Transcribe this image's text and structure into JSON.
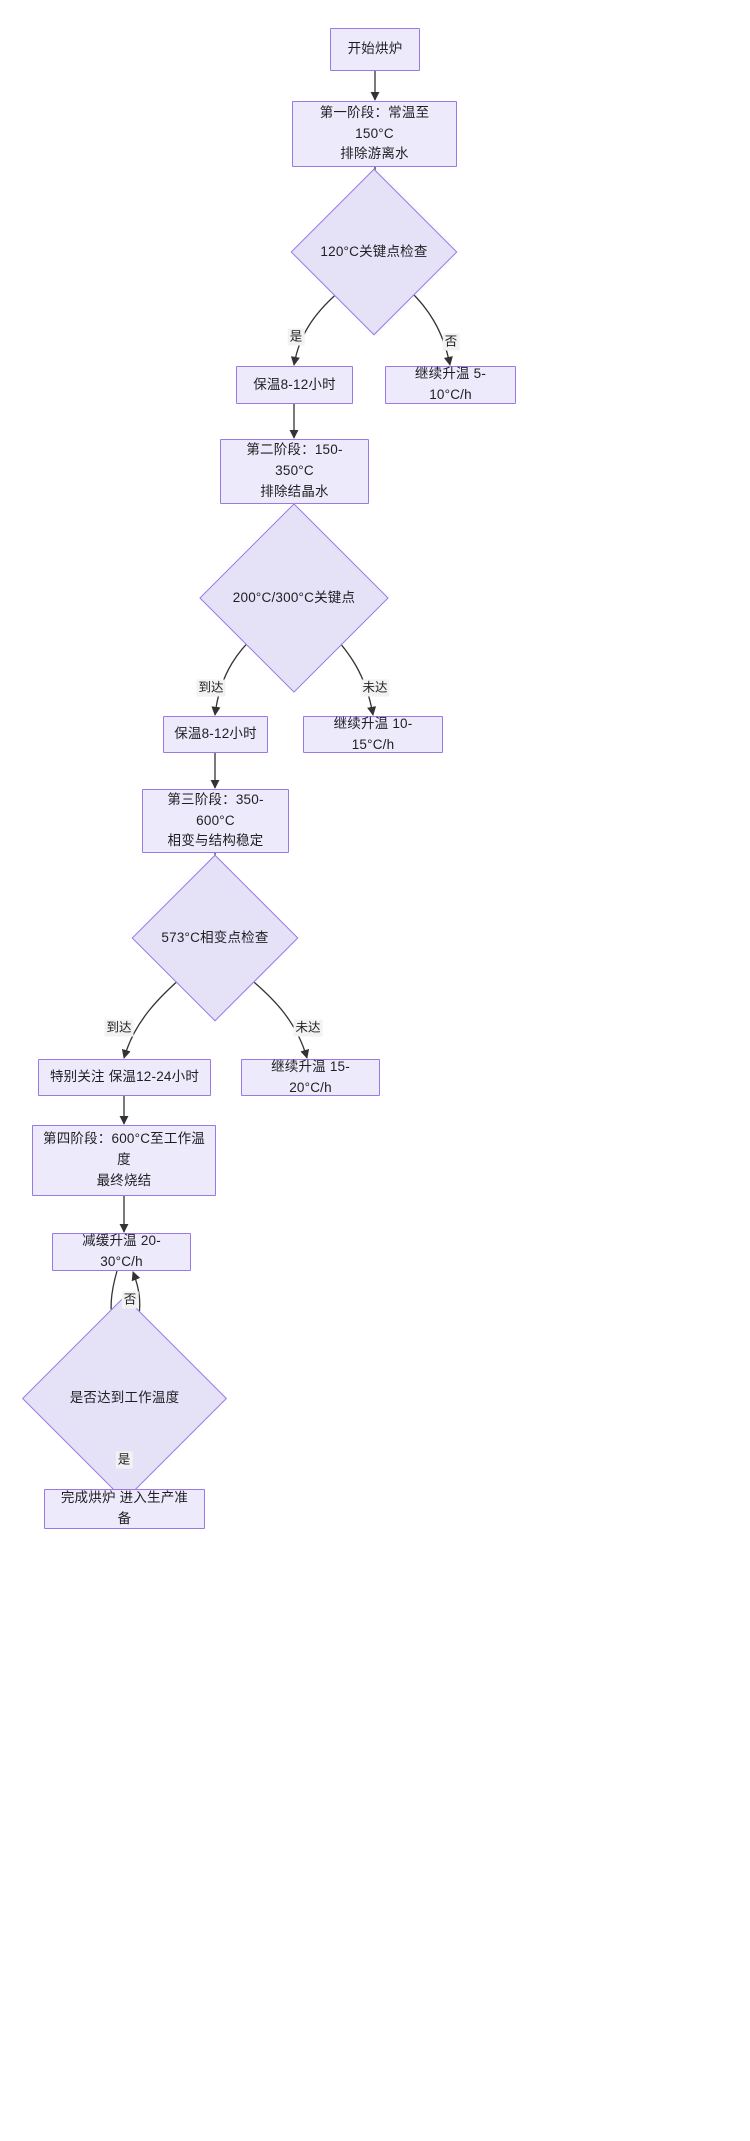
{
  "diagram": {
    "type": "flowchart",
    "direction": "top-down",
    "theme": {
      "node_fill": "#ECEAFB",
      "decision_fill": "#E5E2F8",
      "node_border": "#9A78E8",
      "edge_color": "#333333",
      "edge_label_background": "#F2F2F2",
      "text_color": "#1f1f22",
      "canvas_background": "#FFFFFF"
    },
    "nodes": [
      {
        "id": "start",
        "shape": "rect",
        "label": "开始烘炉"
      },
      {
        "id": "stage1",
        "shape": "rect",
        "label": "第一阶段：常温至150°C\n排除游离水"
      },
      {
        "id": "check120",
        "shape": "diamond",
        "label": "120°C关键点检查"
      },
      {
        "id": "hold1",
        "shape": "rect",
        "label": "保温8-12小时"
      },
      {
        "id": "ramp1",
        "shape": "rect",
        "label": "继续升温 5-10°C/h"
      },
      {
        "id": "stage2",
        "shape": "rect",
        "label": "第二阶段：150-350°C\n排除结晶水"
      },
      {
        "id": "check200",
        "shape": "diamond",
        "label": "200°C/300°C关键点"
      },
      {
        "id": "hold2",
        "shape": "rect",
        "label": "保温8-12小时"
      },
      {
        "id": "ramp2",
        "shape": "rect",
        "label": "继续升温 10-15°C/h"
      },
      {
        "id": "stage3",
        "shape": "rect",
        "label": "第三阶段：350-600°C\n相变与结构稳定"
      },
      {
        "id": "check573",
        "shape": "diamond",
        "label": "573°C相变点检查"
      },
      {
        "id": "hold3",
        "shape": "rect",
        "label": "特别关注 保温12-24小时"
      },
      {
        "id": "ramp3",
        "shape": "rect",
        "label": "继续升温 15-20°C/h"
      },
      {
        "id": "stage4",
        "shape": "rect",
        "label": "第四阶段：600°C至工作温\n度\n最终烧结"
      },
      {
        "id": "slowramp",
        "shape": "rect",
        "label": "减缓升温 20-30°C/h"
      },
      {
        "id": "checkwork",
        "shape": "diamond",
        "label": "是否达到工作温度"
      },
      {
        "id": "finish",
        "shape": "rect",
        "label": "完成烘炉 进入生产准备"
      }
    ],
    "edges": [
      {
        "from": "start",
        "to": "stage1",
        "label": ""
      },
      {
        "from": "stage1",
        "to": "check120",
        "label": ""
      },
      {
        "from": "check120",
        "to": "hold1",
        "label": "是"
      },
      {
        "from": "check120",
        "to": "ramp1",
        "label": "否"
      },
      {
        "from": "hold1",
        "to": "stage2",
        "label": ""
      },
      {
        "from": "stage2",
        "to": "check200",
        "label": ""
      },
      {
        "from": "check200",
        "to": "hold2",
        "label": "到达"
      },
      {
        "from": "check200",
        "to": "ramp2",
        "label": "未达"
      },
      {
        "from": "hold2",
        "to": "stage3",
        "label": ""
      },
      {
        "from": "stage3",
        "to": "check573",
        "label": ""
      },
      {
        "from": "check573",
        "to": "hold3",
        "label": "到达"
      },
      {
        "from": "check573",
        "to": "ramp3",
        "label": "未达"
      },
      {
        "from": "hold3",
        "to": "stage4",
        "label": ""
      },
      {
        "from": "stage4",
        "to": "slowramp",
        "label": ""
      },
      {
        "from": "slowramp",
        "to": "checkwork",
        "label": ""
      },
      {
        "from": "checkwork",
        "to": "slowramp",
        "label": "否"
      },
      {
        "from": "checkwork",
        "to": "finish",
        "label": "是"
      }
    ],
    "edge_labels": [
      {
        "id": "lbl-120-yes",
        "text": "是"
      },
      {
        "id": "lbl-120-no",
        "text": "否"
      },
      {
        "id": "lbl-200-yes",
        "text": "到达"
      },
      {
        "id": "lbl-200-no",
        "text": "未达"
      },
      {
        "id": "lbl-573-yes",
        "text": "到达"
      },
      {
        "id": "lbl-573-no",
        "text": "未达"
      },
      {
        "id": "lbl-work-no",
        "text": "否"
      },
      {
        "id": "lbl-work-yes",
        "text": "是"
      }
    ]
  }
}
